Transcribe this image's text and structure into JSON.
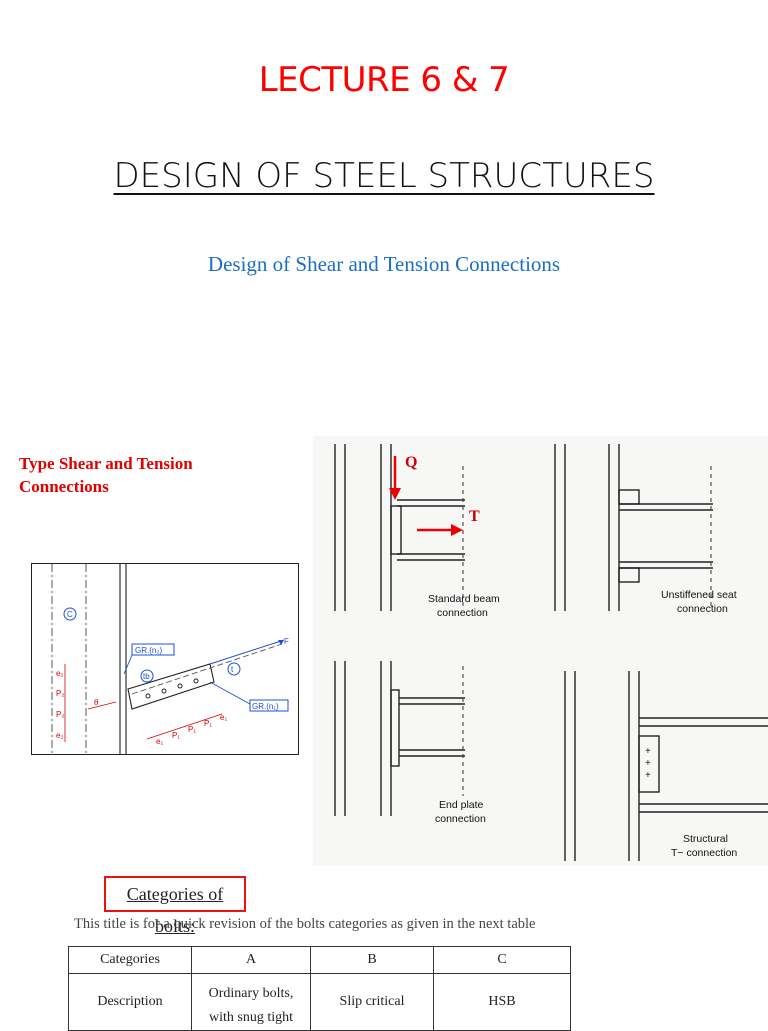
{
  "header": {
    "lecture": "LECTURE 6 & 7",
    "course": "DESIGN OF STEEL STRUCTURES",
    "subtitle": "Design of Shear and Tension Connections"
  },
  "section": {
    "title_line1": "Type Shear and Tension",
    "title_line2": "Connections"
  },
  "detail_drawing": {
    "labels": {
      "column_mark": "C",
      "group_upper": "GR.(n₂)",
      "group_lower": "GR.(n₁)",
      "force": "F",
      "plate_t": "t",
      "plate_tb": "tb",
      "angle": "θ",
      "spacing_vertical": [
        "e₂",
        "P₂",
        "P₂",
        "e₂"
      ],
      "spacing_diagonal": [
        "e₁",
        "P₁",
        "P₁",
        "P₁",
        "e₁"
      ]
    }
  },
  "connections": {
    "force_q": "Q",
    "force_t": "T",
    "captions": {
      "standard_l1": "Standard beam",
      "standard_l2": "connection",
      "unstiffened_l1": "Unstiffened seat",
      "unstiffened_l2": "connection",
      "endplate_l1": "End plate",
      "endplate_l2": "connection",
      "structural_l1": "Structural",
      "structural_l2": "T− connection"
    }
  },
  "bolts_section": {
    "title": "Categories of bolts:",
    "note": "This title is for a quick revision of the bolts categories as given in the next table",
    "table": {
      "header": [
        "Categories",
        "A",
        "B",
        "C"
      ],
      "row_label": "Description",
      "row_values": [
        "Ordinary bolts,",
        "with snug tight",
        "Slip critical",
        "HSB"
      ]
    }
  },
  "colors": {
    "red": "#ff0000",
    "blue": "#1a6fc4",
    "ink": "#111111"
  }
}
